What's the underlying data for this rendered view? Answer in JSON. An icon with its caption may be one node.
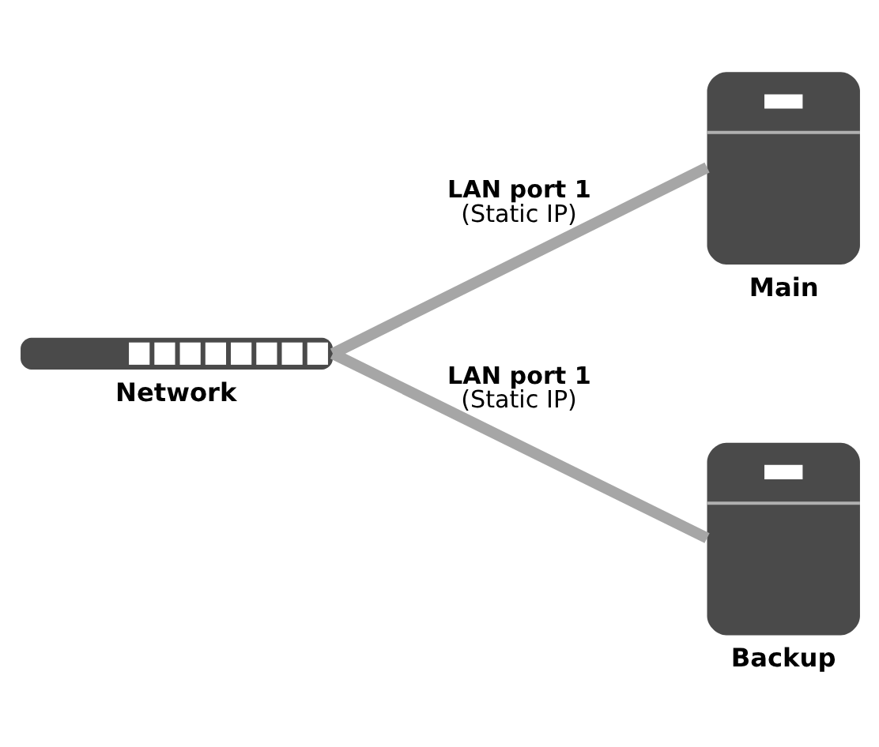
{
  "diagram": {
    "nodes": [
      {
        "text": [
          "Network"
        ]
      },
      {
        "text": [
          "Main"
        ]
      },
      {
        "text": [
          "Backup"
        ]
      }
    ],
    "edges": [
      {
        "from": 0,
        "to": 1,
        "arrow": "none",
        "label": "**LAN port 1** (Static IP)"
      },
      {
        "from": 0,
        "to": 2,
        "arrow": "none",
        "label": "**LAN port 1** (Static IP)"
      }
    ]
  }
}
